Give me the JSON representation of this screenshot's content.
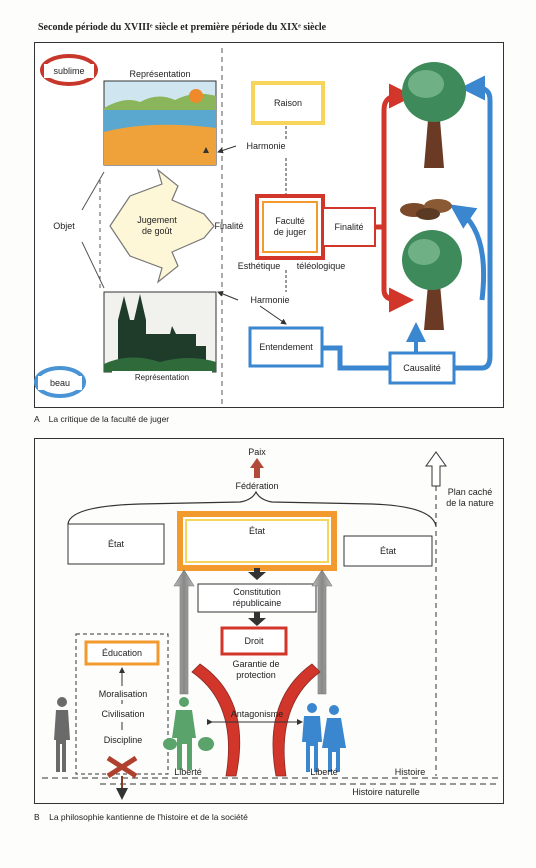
{
  "header": {
    "title": "Seconde période du XVIIIᵉ siècle et première période du XIXᵉ siècle"
  },
  "panel_a": {
    "caption": "A    La critique de la faculté de juger",
    "sublime": "sublime",
    "beau": "beau",
    "representation_top": "Représentation",
    "representation_bottom": "Représentation",
    "raison": "Raison",
    "harmonie_top": "Harmonie",
    "harmonie_bottom": "Harmonie",
    "objet": "Objet",
    "jugement": "Jugement\nde goût",
    "finalite_left": "Finalité",
    "faculte": "Faculté\nde juger",
    "finalite_right": "Finalité",
    "esthetique": "Esthétique",
    "teleologique": "téléologique",
    "entendement": "Entendement",
    "causalite": "Causalité"
  },
  "panel_b": {
    "caption": "B    La philosophie kantienne de l'histoire et de la société",
    "paix": "Paix",
    "federation": "Fédération",
    "plan_cache": "Plan caché\nde la nature",
    "etat_left": "État",
    "etat_center": "État",
    "etat_right": "État",
    "constitution": "Constitution\nrépublicaine",
    "droit": "Droit",
    "garantie": "Garantie de\nprotection",
    "education": "Éducation",
    "moralisation": "Moralisation",
    "civilisation": "Civilisation",
    "discipline": "Discipline",
    "antagonisme": "Antagonisme",
    "liberte_left": "Liberté",
    "liberte_right": "Liberté",
    "histoire": "Histoire",
    "histoire_naturelle": "Histoire naturelle"
  },
  "colors": {
    "red": "#d2362b",
    "orange": "#f29a2e",
    "blue": "#3a86cf",
    "yellow": "#f6d55a",
    "green_tree": "#3f8a5a",
    "trunk": "#6b3a24"
  }
}
